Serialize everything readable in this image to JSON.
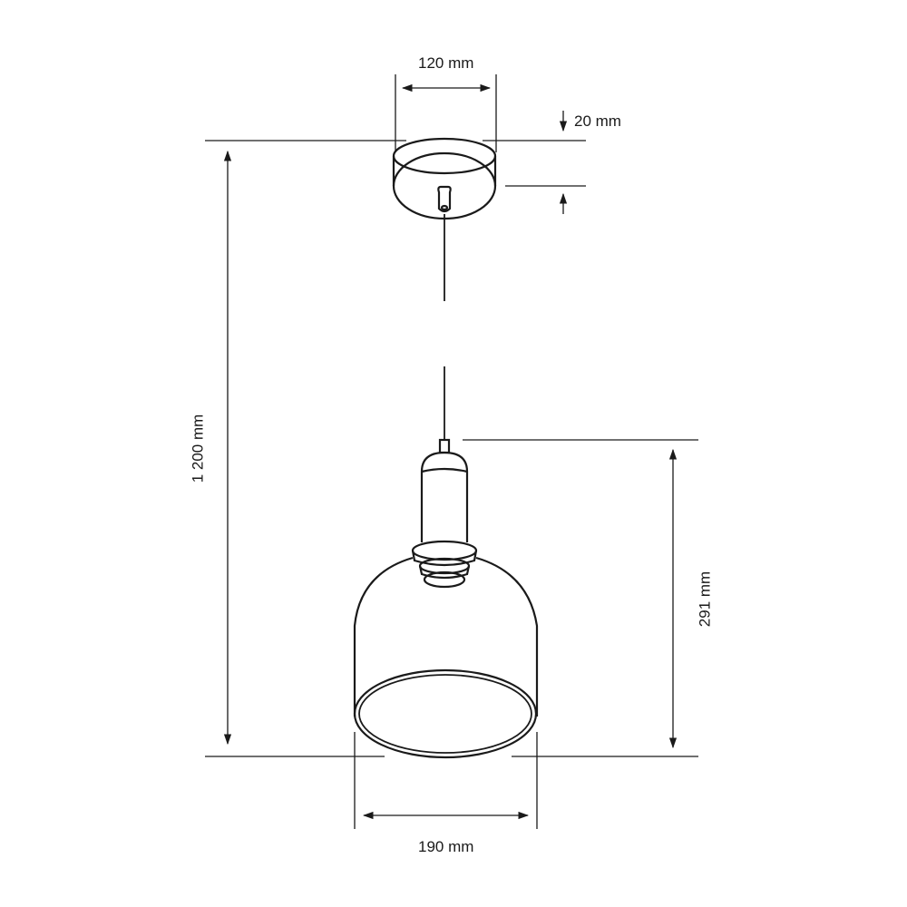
{
  "drawing": {
    "subject": "pendant lamp dimension drawing",
    "stroke_color": "#1a1a1a",
    "background": "#ffffff"
  },
  "dimensions": {
    "canopy_width": "120 mm",
    "canopy_height": "20 mm",
    "total_height": "1 200 mm",
    "shade_height": "291 mm",
    "shade_diameter": "190 mm"
  }
}
